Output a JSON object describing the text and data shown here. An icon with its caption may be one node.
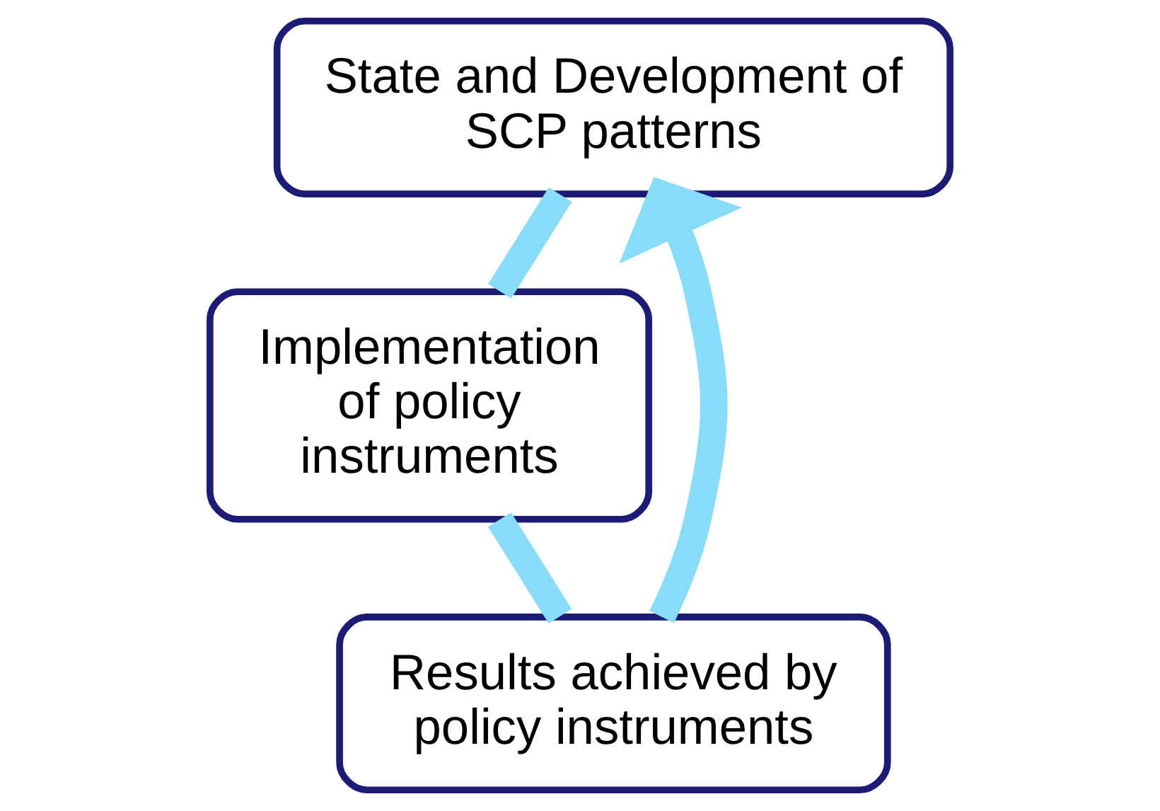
{
  "diagram": {
    "nodes": [
      {
        "text": [
          "State and Development of SCP patterns"
        ]
      },
      {
        "text": [
          "Implementation of policy instruments"
        ]
      },
      {
        "text": [
          "Results achieved by policy instruments"
        ]
      }
    ],
    "edges": [
      {
        "from": 0,
        "to": 1,
        "arrow": "none"
      },
      {
        "from": 1,
        "to": 2,
        "arrow": "none"
      },
      {
        "from": 2,
        "to": 0,
        "arrow": "to"
      }
    ]
  }
}
